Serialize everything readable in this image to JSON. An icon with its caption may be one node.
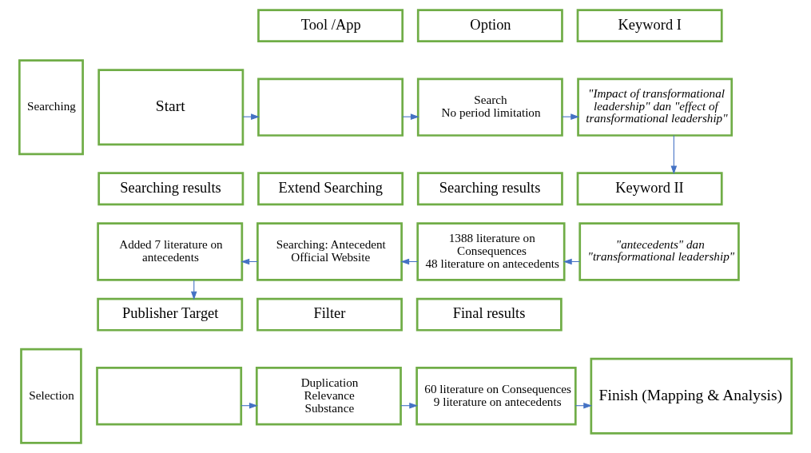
{
  "diagram": {
    "nodes": [
      {
        "text": [
          "Searching"
        ]
      },
      {
        "text": [
          "Start"
        ]
      },
      {
        "text": [
          "Tool /App"
        ]
      },
      {
        "text": [
          "Option"
        ]
      },
      {
        "text": [
          "Keyword I"
        ]
      },
      {
        "text": [],
        "shape": "box"
      },
      {
        "text": [
          "Search",
          "No period limitation"
        ]
      },
      {
        "text": [
          "\"Impact of transformational leadership\" dan \"effect of transformational leadership\""
        ]
      },
      {
        "text": [
          "Searching results"
        ]
      },
      {
        "text": [
          "Extend Searching"
        ]
      },
      {
        "text": [
          "Searching results"
        ]
      },
      {
        "text": [
          "Keyword II"
        ]
      },
      {
        "text": [
          "Added 7 literature on antecedents"
        ]
      },
      {
        "text": [
          "Searching: Antecedent",
          "Official Website"
        ]
      },
      {
        "text": [
          "1388 literature on Consequences",
          "48 literature on antecedents"
        ]
      },
      {
        "text": [
          "\"antecedents\" dan \"transformational leadership\""
        ]
      },
      {
        "text": [
          "Selection"
        ]
      },
      {
        "text": [
          "Publisher Target"
        ]
      },
      {
        "text": [
          "Filter"
        ]
      },
      {
        "text": [
          "Final results"
        ]
      },
      {
        "text": [
          "Finish (Mapping & Analysis)"
        ]
      },
      {
        "text": [],
        "shape": "box"
      },
      {
        "text": [
          "Duplication",
          "Relevance",
          "Substance"
        ]
      },
      {
        "text": [
          "60 literature on Consequences",
          "9 literature on antecedents"
        ]
      }
    ],
    "edges": [
      {
        "from": 1,
        "to": 5,
        "arrow": "to"
      },
      {
        "from": 5,
        "to": 6,
        "arrow": "to"
      },
      {
        "from": 6,
        "to": 7,
        "arrow": "to"
      },
      {
        "from": 7,
        "to": 11,
        "arrow": "to"
      },
      {
        "from": 15,
        "to": 14,
        "arrow": "to"
      },
      {
        "from": 14,
        "to": 13,
        "arrow": "to"
      },
      {
        "from": 13,
        "to": 12,
        "arrow": "to"
      },
      {
        "from": 12,
        "to": 17,
        "arrow": "to"
      },
      {
        "from": 21,
        "to": 22,
        "arrow": "to"
      },
      {
        "from": 22,
        "to": 23,
        "arrow": "to"
      },
      {
        "from": 23,
        "to": 20,
        "arrow": "to"
      }
    ]
  }
}
